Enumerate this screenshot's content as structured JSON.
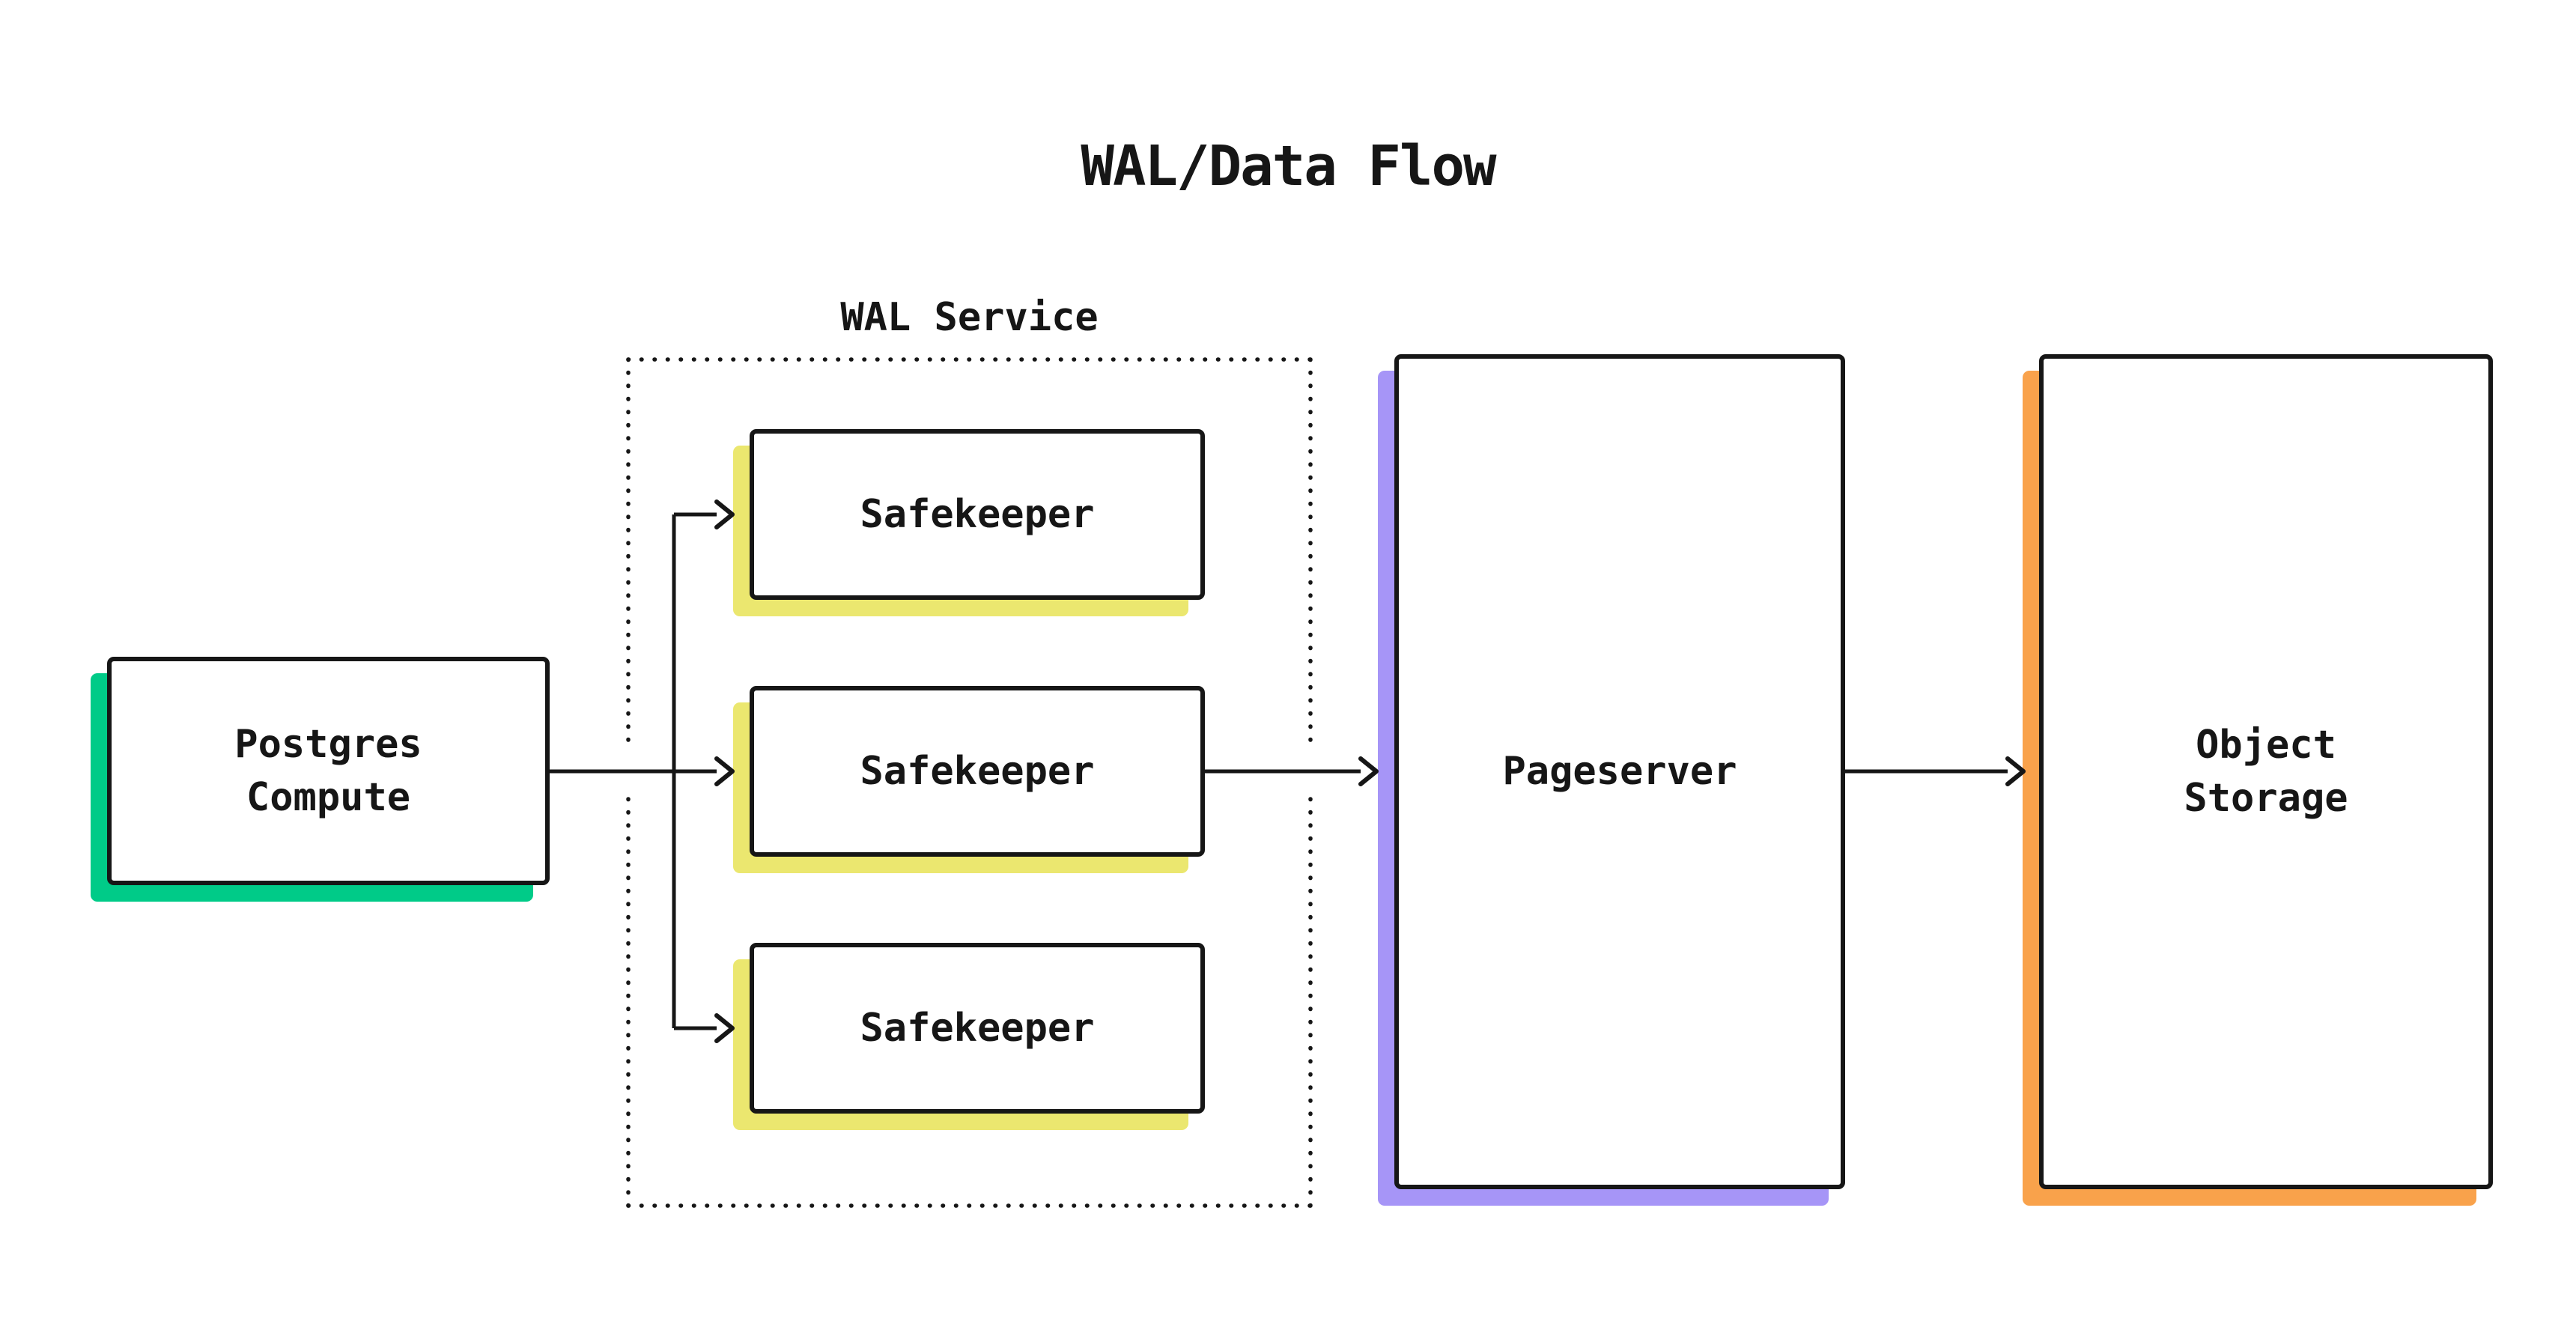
{
  "title": "WAL/Data Flow",
  "colors": {
    "ink": "#161616",
    "background": "#ffffff",
    "compute_shadow": "#00cb88",
    "safekeeper_shadow": "#ebe76f",
    "pageserver_shadow": "#a695f7",
    "storage_shadow": "#f9a24b"
  },
  "groups": {
    "wal_service": {
      "label": "WAL Service"
    }
  },
  "nodes": {
    "postgres_compute": {
      "label": "Postgres\nCompute"
    },
    "safekeeper_1": {
      "label": "Safekeeper"
    },
    "safekeeper_2": {
      "label": "Safekeeper"
    },
    "safekeeper_3": {
      "label": "Safekeeper"
    },
    "pageserver": {
      "label": "Pageserver"
    },
    "object_storage": {
      "label": "Object\nStorage"
    }
  },
  "edges": [
    {
      "from": "postgres_compute",
      "to": "safekeeper_1"
    },
    {
      "from": "postgres_compute",
      "to": "safekeeper_2"
    },
    {
      "from": "postgres_compute",
      "to": "safekeeper_3"
    },
    {
      "from": "safekeeper_2",
      "to": "pageserver"
    },
    {
      "from": "pageserver",
      "to": "object_storage"
    }
  ]
}
